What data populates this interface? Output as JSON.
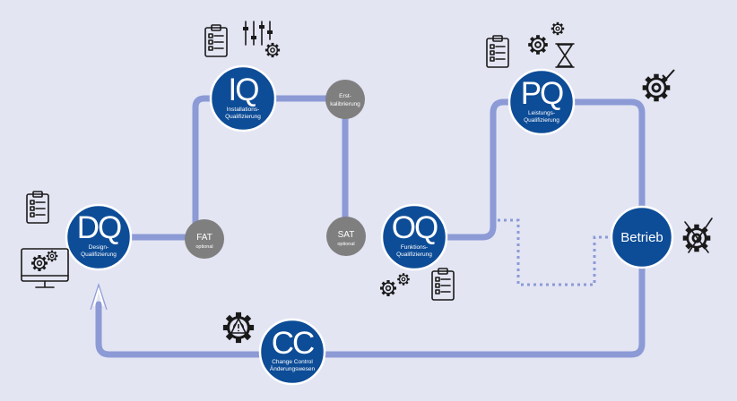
{
  "nodes": {
    "dq": {
      "abbr": "DQ",
      "lines": [
        "Design-",
        "Qualifizierung"
      ]
    },
    "iq": {
      "abbr": "IQ",
      "lines": [
        "Installations-",
        "Qualifizierung"
      ]
    },
    "oq": {
      "abbr": "OQ",
      "lines": [
        "Funktions-",
        "Qualifizierung"
      ]
    },
    "pq": {
      "abbr": "PQ",
      "lines": [
        "Leistungs-",
        "Qualifizierung"
      ]
    },
    "cc": {
      "abbr": "CC",
      "lines": [
        "Change Control",
        "Änderungswesen"
      ]
    },
    "betrieb": {
      "label": "Betrieb"
    }
  },
  "sub_nodes": {
    "fat": {
      "label": "FAT",
      "note": "optional"
    },
    "sat": {
      "label": "SAT",
      "note": "optional"
    },
    "erstkalibrierung": {
      "lines": [
        "Erst-",
        "kalibrierung"
      ]
    }
  },
  "icons": [
    "checklist-icon",
    "sliders-gear-icon",
    "gear-icon",
    "hourglass-icon",
    "gear-check-icon",
    "computer-gears-icon",
    "gears-icon",
    "warning-gear-icon",
    "wrench-screwdriver-gear-icon",
    "arrow-up-icon"
  ],
  "colors": {
    "background": "#e3e5f3",
    "path": "#8c9ad6",
    "main_node": "#0d4c97",
    "sub_node": "#7f7f7f"
  }
}
